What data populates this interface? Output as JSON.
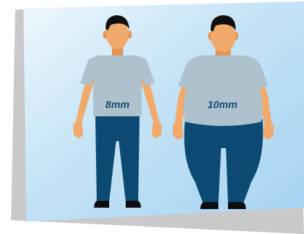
{
  "figures": [
    {
      "name": "slim-person",
      "label": "8mm"
    },
    {
      "name": "heavy-person",
      "label": "10mm"
    }
  ],
  "colors": {
    "card_light": "#e3f2fb",
    "card_mid": "#b8dcf3",
    "card_dark": "#9fd0f0",
    "page_shadow": "#c6c6c6",
    "skin": "#f1aa6c",
    "skin_shade": "#e59453",
    "hair": "#0f0f0f",
    "shirt": "#adc2cd",
    "pants": "#0c4a74",
    "shoe": "#0d0d0d",
    "label": "#1b4a72"
  }
}
